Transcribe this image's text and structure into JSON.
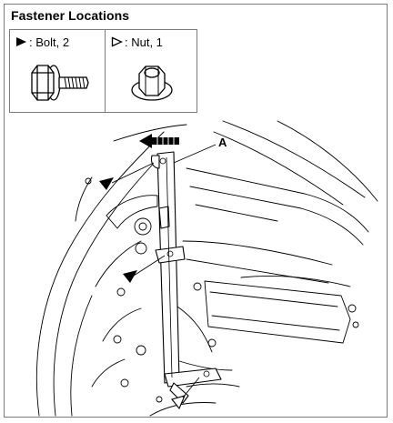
{
  "title": "Fastener Locations",
  "legend": {
    "bolt": {
      "label": ": Bolt, 2",
      "symbol": "filled-triangle",
      "icon": "flange-bolt-icon"
    },
    "nut": {
      "label": ": Nut, 1",
      "symbol": "outline-triangle",
      "icon": "flange-nut-icon"
    }
  },
  "callouts": {
    "part": "A"
  },
  "colors": {
    "line": "#000000",
    "border": "#7a7a7a"
  }
}
